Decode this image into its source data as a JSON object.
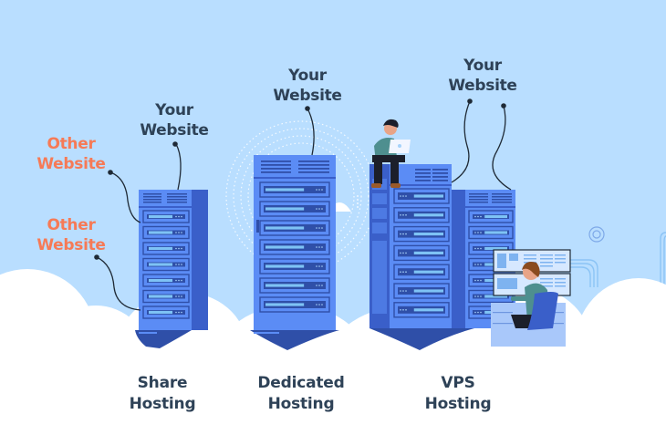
{
  "illustration": {
    "title": "Hosting types comparison",
    "colors": {
      "sky": "#B9DEFF",
      "cloud": "#FFFFFF",
      "server_front": "#5B8CF5",
      "server_side": "#3A5FC9",
      "server_dark": "#2F4FA8",
      "slot_light": "#7EC3F5",
      "text_dark": "#2E4257",
      "text_accent": "#F67A56"
    },
    "share_hosting": {
      "label_line1": "Share",
      "label_line2": "Hosting",
      "your_website_line1": "Your",
      "your_website_line2": "Website",
      "other_websites": [
        {
          "line1": "Other",
          "line2": "Website"
        },
        {
          "line1": "Other",
          "line2": "Website"
        }
      ]
    },
    "dedicated_hosting": {
      "label_line1": "Dedicated",
      "label_line2": "Hosting",
      "your_website_line1": "Your",
      "your_website_line2": "Website"
    },
    "vps_hosting": {
      "label_line1": "VPS",
      "label_line2": "Hosting",
      "your_website_line1": "Your",
      "your_website_line2": "Website"
    }
  }
}
